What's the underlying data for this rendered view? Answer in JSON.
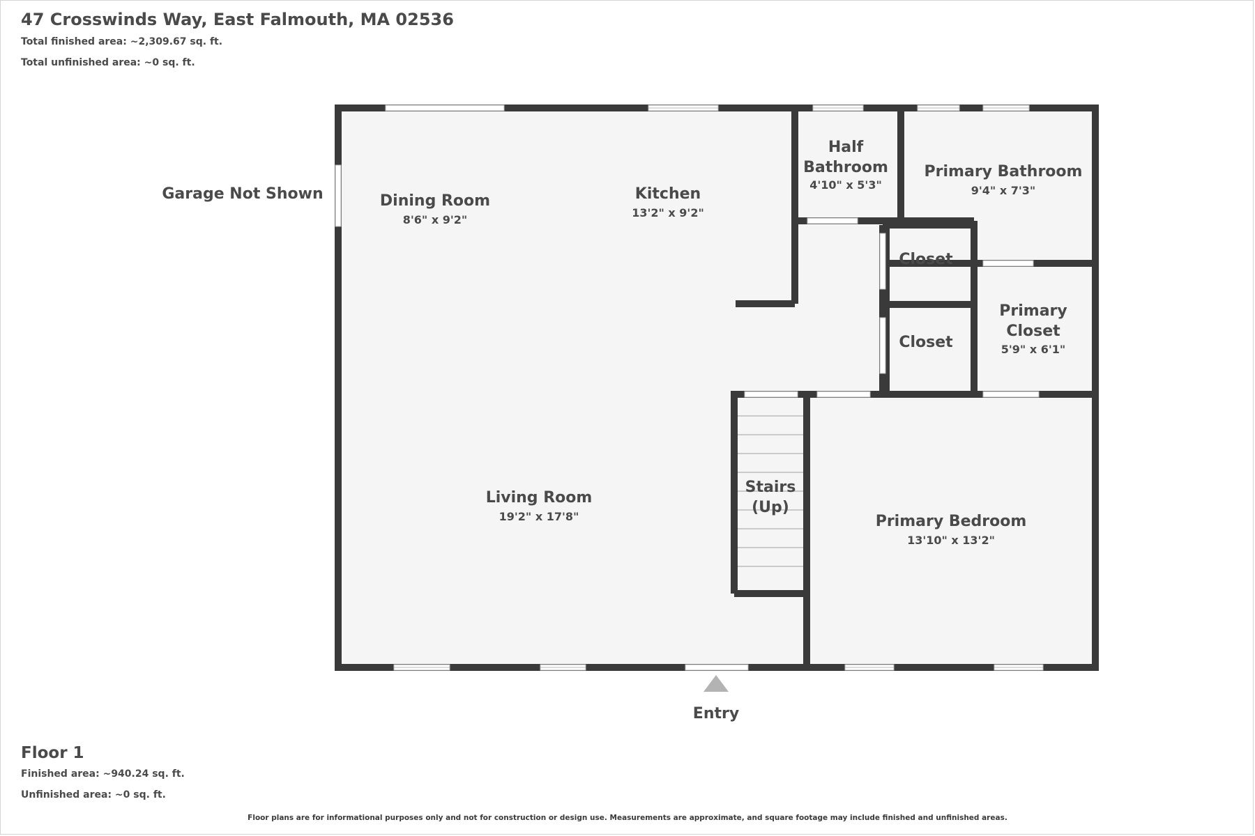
{
  "header": {
    "address": "47 Crosswinds Way, East Falmouth, MA 02536",
    "total_finished": "Total finished area: ~2,309.67 sq. ft.",
    "total_unfinished": "Total unfinished area: ~0 sq. ft."
  },
  "floor": {
    "title": "Floor 1",
    "finished": "Finished area: ~940.24 sq. ft.",
    "unfinished": "Unfinished area: ~0 sq. ft."
  },
  "notes": {
    "garage": "Garage Not Shown",
    "entry": "Entry"
  },
  "rooms": {
    "dining": {
      "name": "Dining Room",
      "dims": "8'6\" x 9'2\""
    },
    "kitchen": {
      "name": "Kitchen",
      "dims": "13'2\" x 9'2\""
    },
    "half_bath": {
      "name_line1": "Half",
      "name_line2": "Bathroom",
      "dims": "4'10\" x 5'3\""
    },
    "primary_bath": {
      "name": "Primary Bathroom",
      "dims": "9'4\" x 7'3\""
    },
    "closet_upper": {
      "name": "Closet"
    },
    "closet_lower": {
      "name": "Closet"
    },
    "primary_closet": {
      "name_line1": "Primary",
      "name_line2": "Closet",
      "dims": "5'9\" x 6'1\""
    },
    "living": {
      "name": "Living Room",
      "dims": "19'2\" x 17'8\""
    },
    "stairs": {
      "name_line1": "Stairs",
      "name_line2": "(Up)"
    },
    "primary_bedroom": {
      "name": "Primary Bedroom",
      "dims": "13'10\" x 13'2\""
    }
  },
  "disclaimer": "Floor plans are for informational purposes only and not for construction or design use. Measurements are approximate, and square footage may include finished and unfinished areas.",
  "colors": {
    "wall": "#3a3a3a",
    "floor": "#f5f5f5",
    "text": "#4a4a4a",
    "entry_arrow": "#b3b3b3"
  }
}
